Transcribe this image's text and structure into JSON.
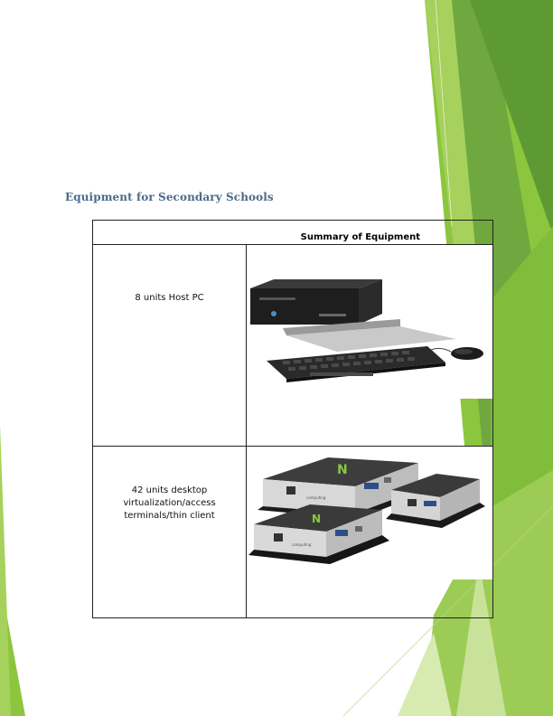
{
  "document": {
    "heading": "Equipment for Secondary Schools"
  },
  "table": {
    "title": "Summary of Equipment",
    "rows": [
      {
        "label": "8 units Host PC",
        "image": "host-pc-with-keyboard-mouse-photo"
      },
      {
        "label": "42 units desktop virtualization/access terminals/thin client",
        "image": "thin-client-terminals-photo"
      }
    ]
  },
  "thin_client": {
    "logo_letter": "N",
    "brand_label": "computing"
  },
  "colors": {
    "accent_green": "#8cc63f",
    "dark_green": "#5e9a34",
    "light_green": "#c9e29a",
    "heading_blue": "#4a6b8a"
  }
}
